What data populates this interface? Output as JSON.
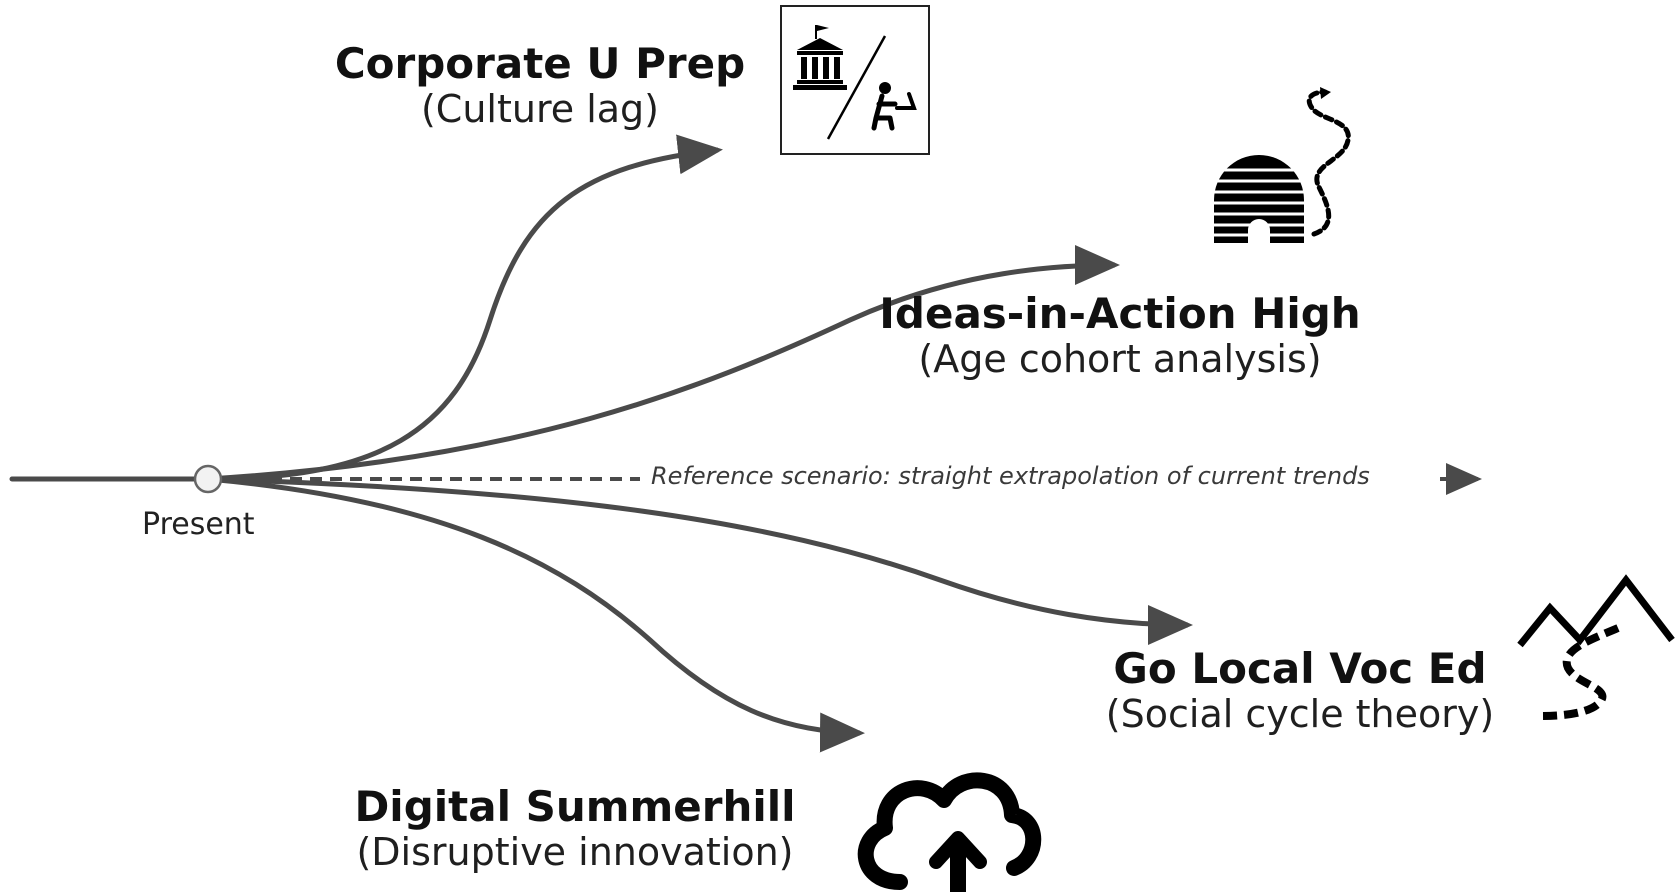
{
  "origin": {
    "label": "Present"
  },
  "reference": {
    "label": "Reference scenario: straight extrapolation of current trends"
  },
  "scenarios": [
    {
      "title": "Corporate U Prep",
      "subtitle": "(Culture lag)",
      "icon": "institution-to-remote-learner-icon"
    },
    {
      "title": "Ideas-in-Action High",
      "subtitle": "(Age cohort analysis)",
      "icon": "igloo-with-winding-path-icon"
    },
    {
      "title": "Go Local Voc Ed",
      "subtitle": "(Social cycle theory)",
      "icon": "mountains-with-winding-path-icon"
    },
    {
      "title": "Digital Summerhill",
      "subtitle": "(Disruptive innovation)",
      "icon": "cloud-upload-icon"
    }
  ],
  "colors": {
    "line": "#4a4a4a",
    "text": "#111111",
    "icon": "#000000"
  }
}
